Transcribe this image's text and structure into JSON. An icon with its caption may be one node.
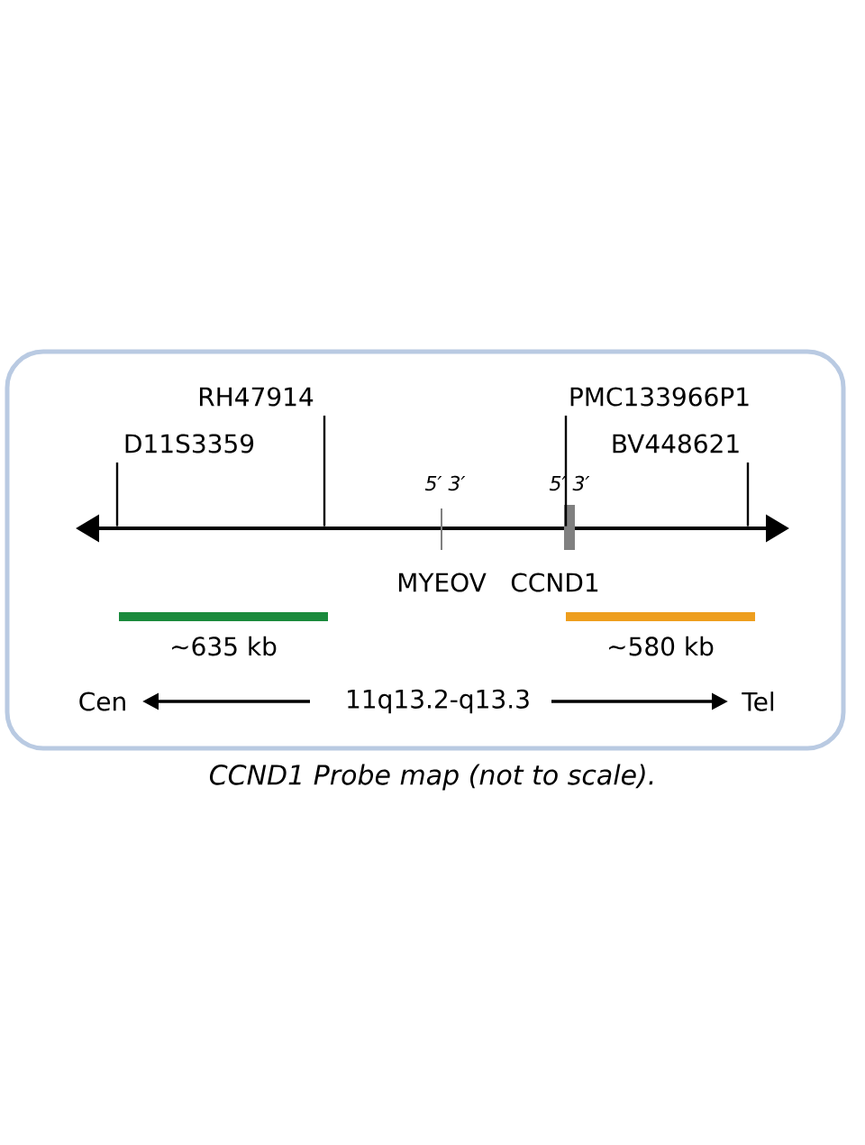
{
  "diagram": {
    "caption": "CCND1 Probe map (not to scale).",
    "nodes": [
      {
        "text": [
          "RH47914"
        ]
      },
      {
        "text": [
          "PMC133966P1"
        ]
      },
      {
        "text": [
          "D11S3359"
        ]
      },
      {
        "text": [
          "BV448621"
        ]
      },
      {
        "text": [],
        "shape": "bar"
      },
      {
        "text": [],
        "shape": "bar",
        "beside": [
          "~635 kb"
        ]
      },
      {
        "text": [],
        "shape": "bar",
        "beside": [
          "~580 kb"
        ]
      }
    ],
    "edges": [
      {
        "from": 0,
        "to": 4,
        "arrow": "none"
      },
      {
        "from": 1,
        "to": 4,
        "arrow": "none"
      },
      {
        "from": 2,
        "to": 4,
        "arrow": "none"
      },
      {
        "from": 3,
        "to": 4,
        "arrow": "none"
      }
    ],
    "labels": [
      "5′ 3′",
      "5′ 3′",
      "MYEOV",
      "CCND1",
      "Cen",
      "11q13.2-q13.3",
      "Tel"
    ]
  }
}
